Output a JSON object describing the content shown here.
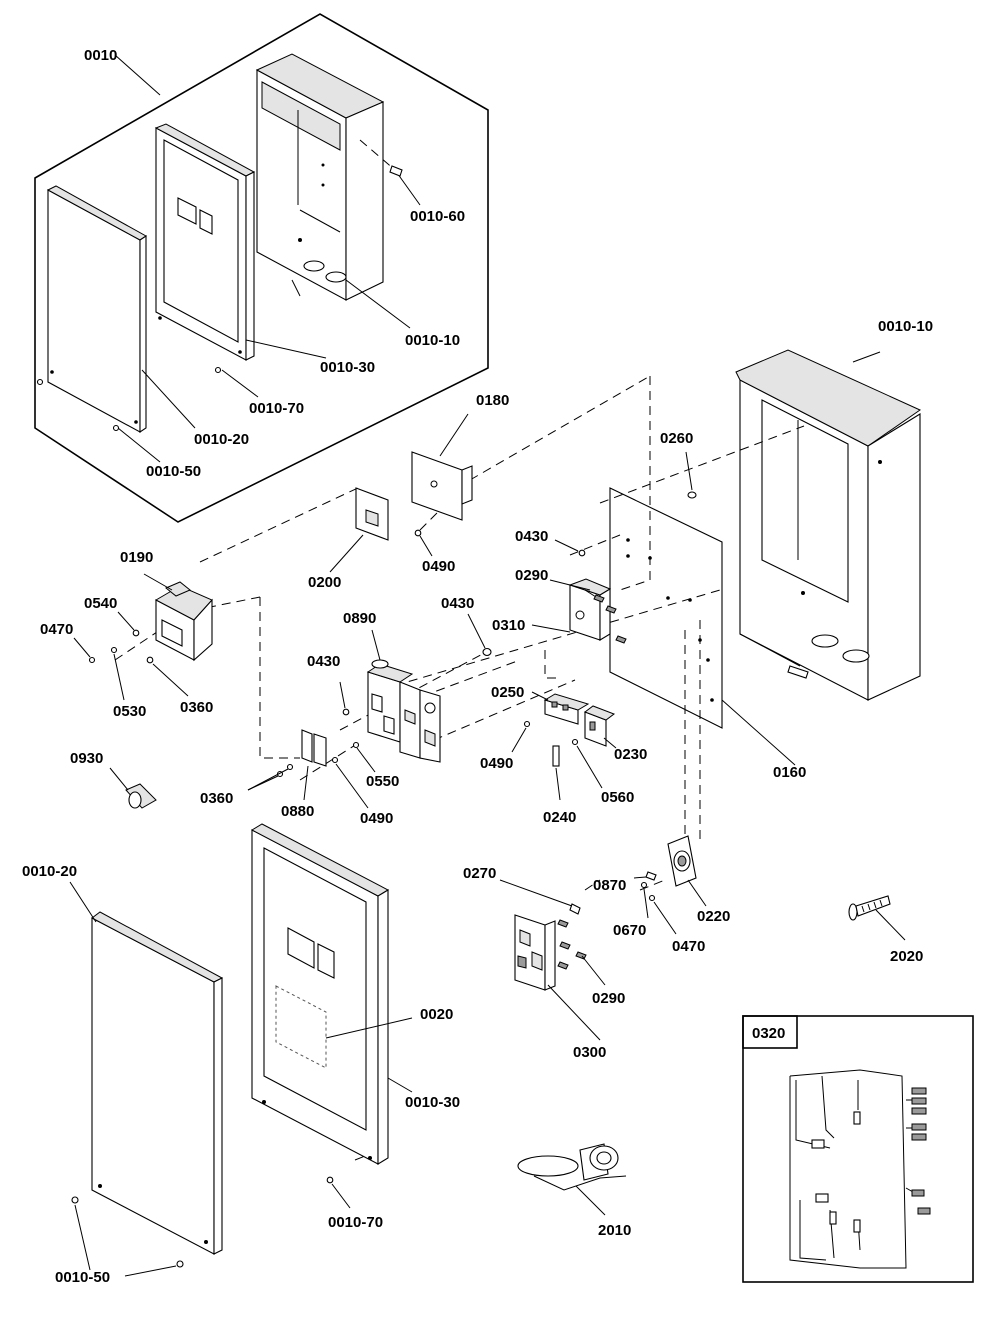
{
  "callouts": {
    "c0010": "0010",
    "c0010_60": "0010-60",
    "c0010_10_top": "0010-10",
    "c0010_30_top": "0010-30",
    "c0010_70_top": "0010-70",
    "c0010_20_top": "0010-20",
    "c0010_50_top": "0010-50",
    "c0010_10_right": "0010-10",
    "c0180": "0180",
    "c0260": "0260",
    "c0430_a": "0430",
    "c0290_a": "0290",
    "c0200": "0200",
    "c0490_a": "0490",
    "c0190": "0190",
    "c0540": "0540",
    "c0470_a": "0470",
    "c0530": "0530",
    "c0360_a": "0360",
    "c0890": "0890",
    "c0430_b": "0430",
    "c0430_c": "0430",
    "c0310": "0310",
    "c0250": "0250",
    "c0490_b": "0490",
    "c0230": "0230",
    "c0160": "0160",
    "c0930": "0930",
    "c0360_b": "0360",
    "c0880": "0880",
    "c0550": "0550",
    "c0490_c": "0490",
    "c0240": "0240",
    "c0560": "0560",
    "c0270": "0270",
    "c0870": "0870",
    "c0670": "0670",
    "c0470_b": "0470",
    "c0220": "0220",
    "c2020": "2020",
    "c0010_20_bottom": "0010-20",
    "c0020": "0020",
    "c0290_b": "0290",
    "c0300": "0300",
    "c0010_30_bottom": "0010-30",
    "c0010_70_bottom": "0010-70",
    "c2010": "2010",
    "c0010_50_bottom": "0010-50",
    "c0320": "0320"
  }
}
